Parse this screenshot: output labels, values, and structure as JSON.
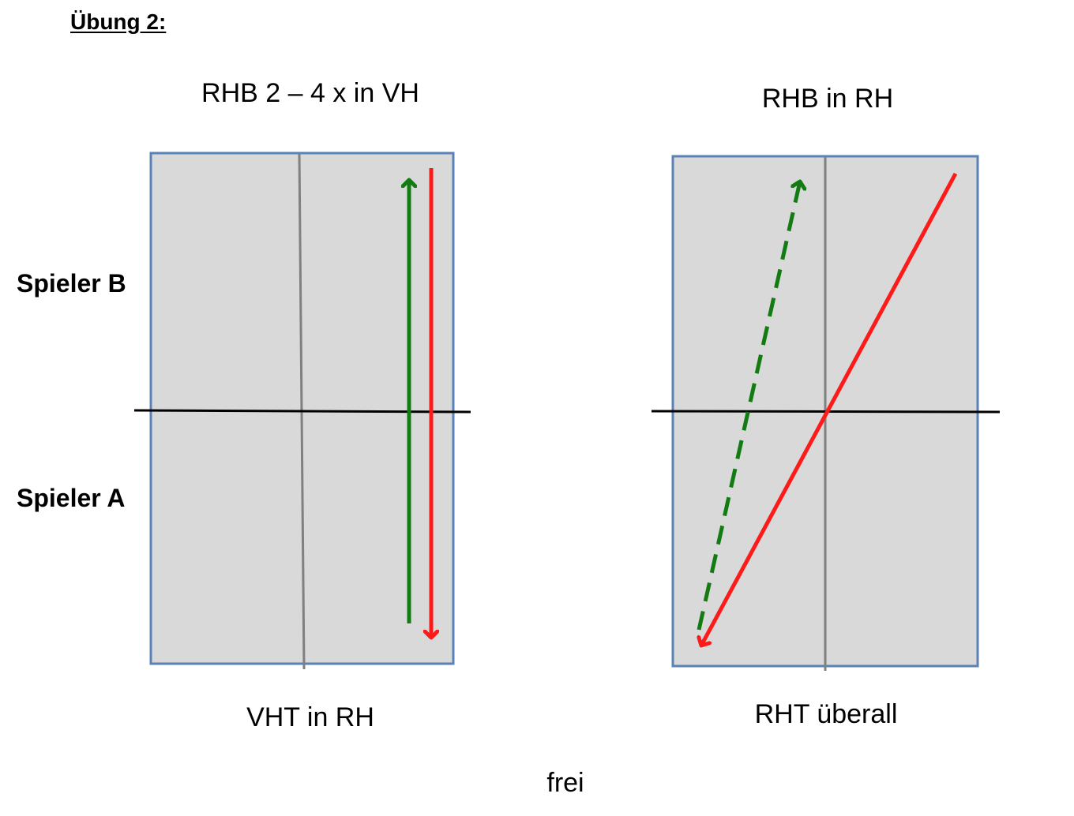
{
  "heading": "Übung 2:",
  "players": {
    "top": "Spieler B",
    "bottom": "Spieler A"
  },
  "courts": [
    {
      "top_label": "RHB 2 – 4 x in VH",
      "bottom_label": "VHT in RH"
    },
    {
      "top_label": "RHB in RH",
      "bottom_label": "RHT überall"
    }
  ],
  "footer": "frei",
  "colors": {
    "court_fill": "#d9d9d9",
    "court_border": "#5b82b6",
    "center_line": "#808080",
    "net_line": "#000000",
    "arrow_green": "#127c12",
    "arrow_red": "#ff1a1a"
  }
}
